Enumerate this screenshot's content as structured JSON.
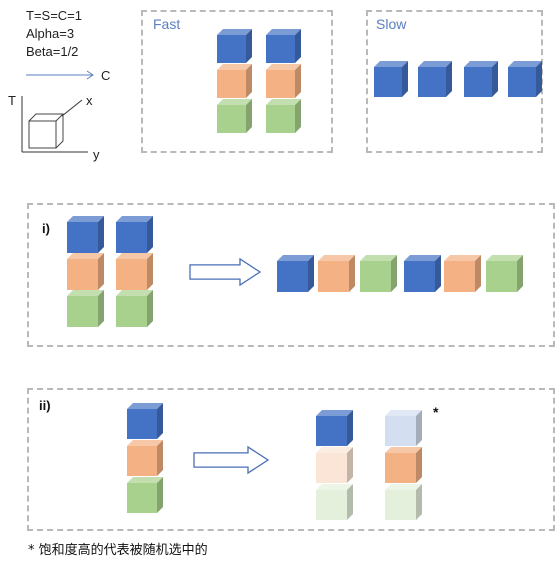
{
  "legend": {
    "lines": [
      "T=S=C=1",
      "Alpha=3",
      "Beta=1/2"
    ],
    "axis_c": "C",
    "axis_t": "T",
    "axis_x": "x",
    "axis_y": "y"
  },
  "panels": {
    "fast_title": "Fast",
    "slow_title": "Slow",
    "row1_label": "i)",
    "row2_label": "ii)",
    "star": "*"
  },
  "footnote": "* 饱和度高的代表被随机选中的",
  "colors": {
    "blue": "#4472c4",
    "orange": "#f4b183",
    "green": "#a9d18e",
    "blue_faded": "#d3def0",
    "orange_faded": "#fbe5d6",
    "green_faded": "#e5f0dc",
    "border": "#b9b9b9",
    "title": "#5b7fc0"
  }
}
